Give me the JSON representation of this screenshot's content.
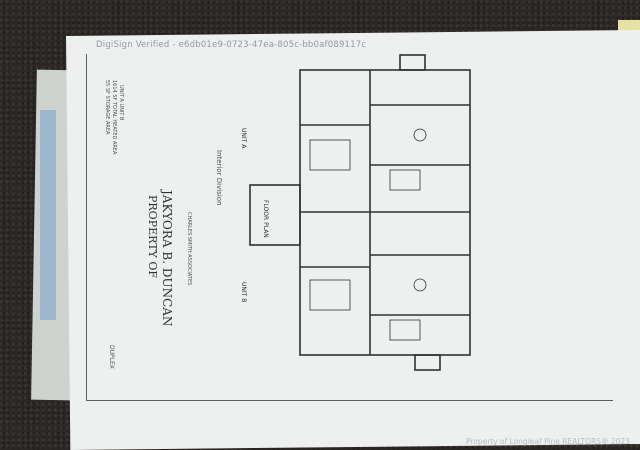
{
  "stamp": "DigiSign Verified - e6db01e9-0723-47ea-805c-bb0af089117c",
  "title": {
    "property_of": "PROPERTY OF",
    "owner": "JAKYORA B. DUNCAN"
  },
  "labels": {
    "unit_a": "UNIT A",
    "unit_b": "UNIT B",
    "floor_plan": "FLOOR PLAN",
    "interior_division": "Interior Division"
  },
  "side_notes": {
    "area_1": "UNIT A UNIT B",
    "area_2": "1614 SF   TOTAL HEATED AREA",
    "area_3": "55 SF   STORAGE AREA"
  },
  "associates": "CHARLES SMITH ASSOCIATES",
  "sheet": "DUPLEX",
  "watermark": "Property of Longleaf Pine REALTORS® 2023",
  "colors": {
    "paper": "#eef0ef",
    "background": "#2b2826",
    "stamp": "#8f9aa3",
    "lines": "#2f3234"
  }
}
